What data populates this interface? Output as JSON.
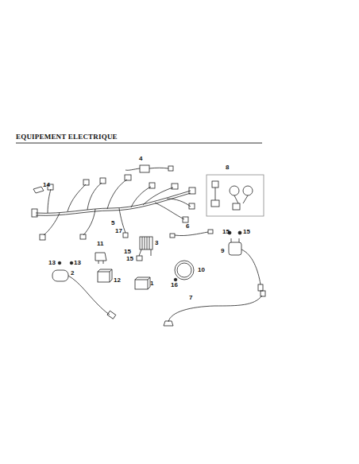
{
  "diagram": {
    "title": "EQUIPEMENT ELECTRIQUE",
    "labels": [
      "4",
      "8",
      "14",
      "5",
      "17",
      "3",
      "15",
      "15",
      "6",
      "15",
      "15",
      "11",
      "9",
      "13",
      "13",
      "2",
      "12",
      "1",
      "10",
      "16",
      "7"
    ]
  }
}
